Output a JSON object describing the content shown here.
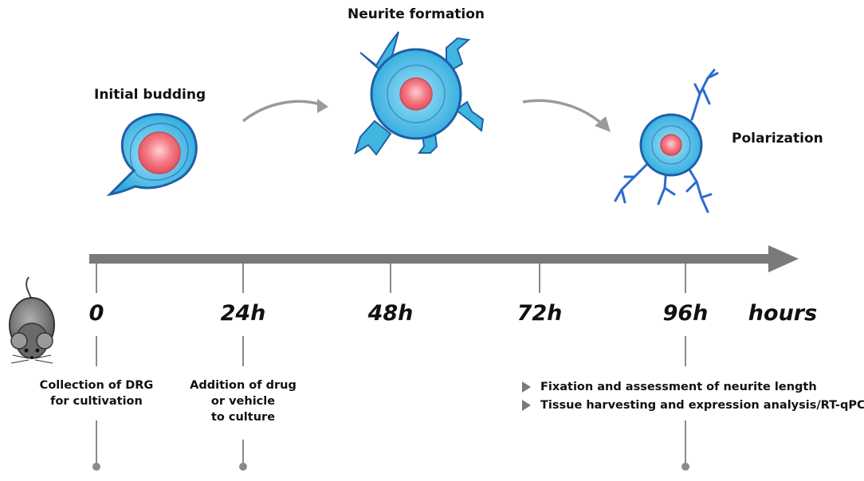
{
  "stages": {
    "initial_budding": "Initial budding",
    "neurite_formation": "Neurite formation",
    "polarization": "Polarization"
  },
  "timeline": {
    "ticks": [
      "0",
      "24h",
      "48h",
      "72h",
      "96h"
    ],
    "unit": "hours"
  },
  "events": {
    "t0": [
      "Collection of DRG",
      "for cultivation"
    ],
    "t24": [
      "Addition of drug",
      "or vehicle",
      "to culture"
    ],
    "t96": [
      "Fixation and assessment of neurite length",
      "Tissue harvesting and expression analysis/RT-qPCR"
    ]
  },
  "colors": {
    "cell_body": "#3fb6e0",
    "cell_ring": "#1f5fa8",
    "nucleus": "#ef6f7a",
    "neurite": "#2a6bd0",
    "timeline": "#7a7a7a"
  },
  "icons": {
    "subject": "mouse-icon",
    "progression": "curved-arrow-icon",
    "bullet": "triangle-bullet-icon"
  }
}
